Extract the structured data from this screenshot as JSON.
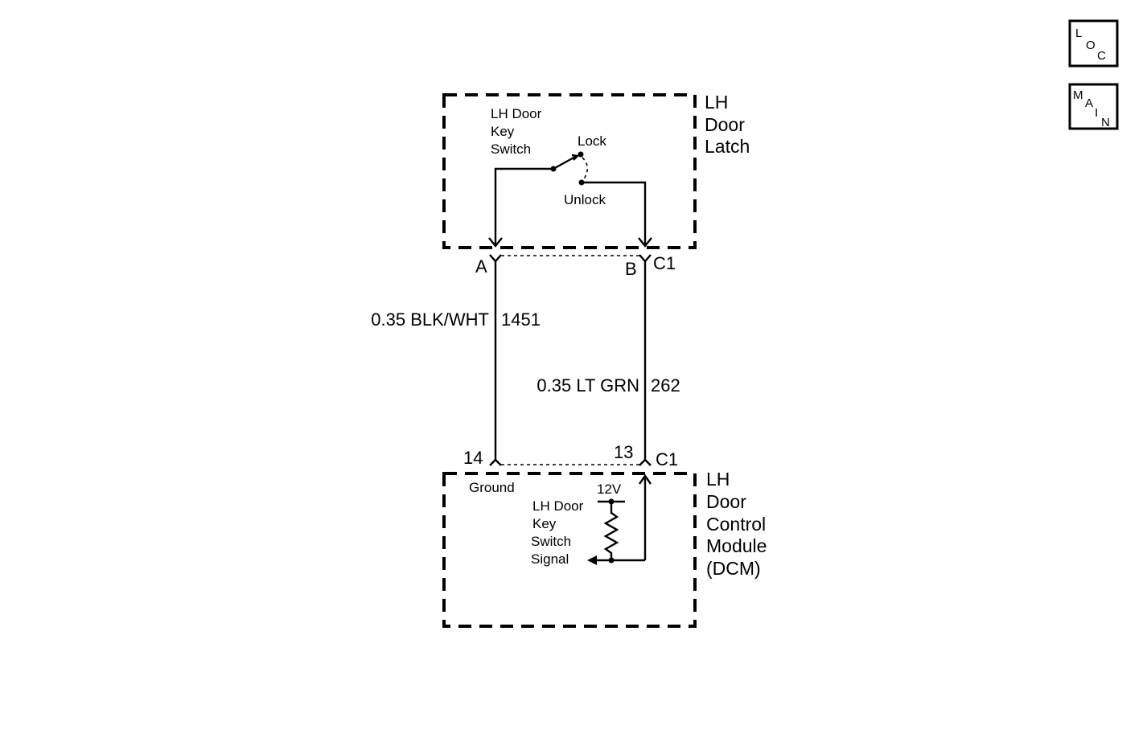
{
  "nav": {
    "loc": {
      "l1": "L",
      "l2": "O",
      "l3": "C"
    },
    "main": {
      "l1": "M",
      "l2": "A",
      "l3": "I",
      "l4": "N"
    }
  },
  "latch": {
    "name_line1": "LH",
    "name_line2": "Door",
    "name_line3": "Latch",
    "switch_line1": "LH Door",
    "switch_line2": "Key",
    "switch_line3": "Switch",
    "lock_label": "Lock",
    "unlock_label": "Unlock",
    "pin_a": "A",
    "pin_b": "B",
    "connector": "C1"
  },
  "wires": [
    {
      "label": "0.35 BLK/WHT",
      "circuit": "1451"
    },
    {
      "label": "0.35 LT GRN",
      "circuit": "262"
    }
  ],
  "dcm": {
    "name_line1": "LH",
    "name_line2": "Door",
    "name_line3": "Control",
    "name_line4": "Module",
    "name_line5": "(DCM)",
    "pin_14": "14",
    "pin_13": "13",
    "connector": "C1",
    "ground_label": "Ground",
    "voltage": "12V",
    "signal_line1": "LH Door",
    "signal_line2": "Key",
    "signal_line3": "Switch",
    "signal_line4": "Signal"
  }
}
